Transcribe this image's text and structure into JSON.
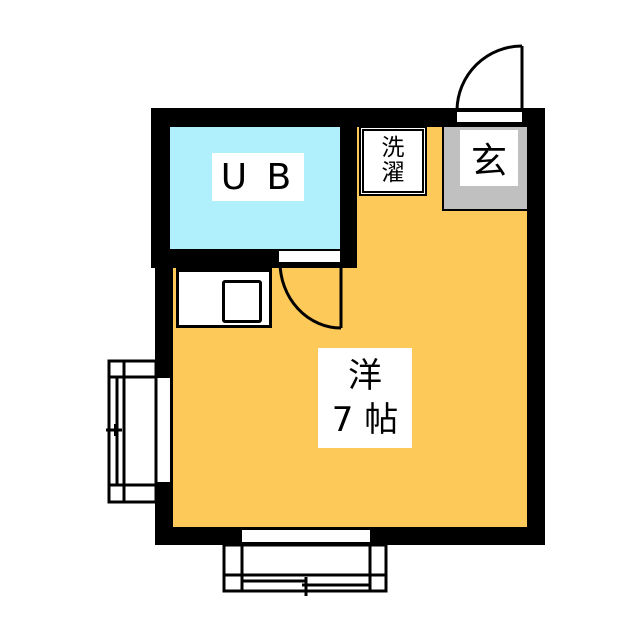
{
  "floor_plan": {
    "colors": {
      "wall": "#000000",
      "room_main": "#FDCA5A",
      "unit_bath": "#B0F0FC",
      "entrance": "#C0C0C0",
      "label_bg": "#FFFFFF"
    },
    "rooms": {
      "main_room": {
        "type_label": "洋",
        "size_label": "7 帖",
        "number": "7",
        "unit": "帖"
      },
      "unit_bath": {
        "label": "U B"
      },
      "washer": {
        "label_line1": "洗",
        "label_line2": "濯"
      },
      "entrance": {
        "label": "玄"
      }
    },
    "fixtures": [
      "kitchen-sink",
      "entrance-door",
      "bathroom-door",
      "window-west",
      "window-south"
    ]
  }
}
